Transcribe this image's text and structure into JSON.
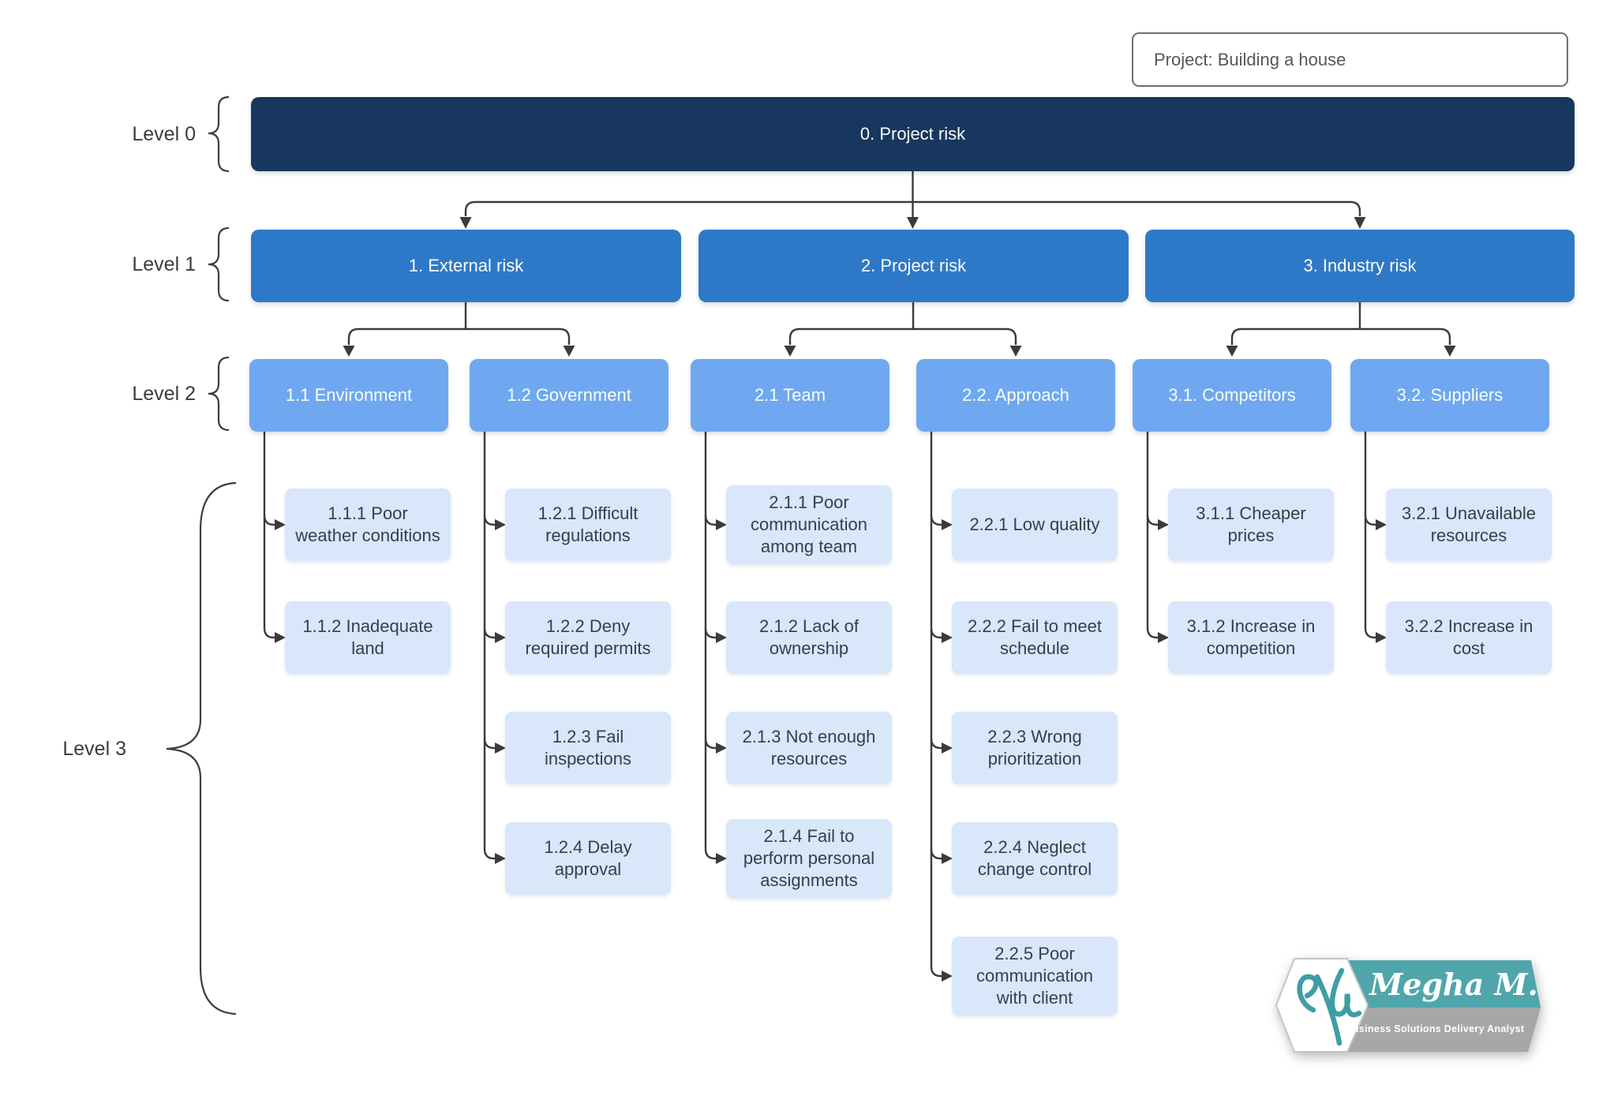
{
  "header": {
    "project_label": "Project: Building a house"
  },
  "level_labels": [
    "Level 0",
    "Level 1",
    "Level 2",
    "Level 3"
  ],
  "tree": {
    "root": "0. Project risk",
    "branches": [
      {
        "label": "1. External risk",
        "groups": [
          {
            "label": "1.1 Environment",
            "items": [
              "1.1.1 Poor weather conditions",
              "1.1.2 Inadequate land"
            ]
          },
          {
            "label": "1.2 Government",
            "items": [
              "1.2.1 Difficult regulations",
              "1.2.2 Deny required permits",
              "1.2.3 Fail inspections",
              "1.2.4 Delay approval"
            ]
          }
        ]
      },
      {
        "label": "2. Project risk",
        "groups": [
          {
            "label": "2.1 Team",
            "items": [
              "2.1.1 Poor communication among team",
              "2.1.2 Lack of ownership",
              "2.1.3 Not enough resources",
              "2.1.4 Fail to perform personal assignments"
            ]
          },
          {
            "label": "2.2. Approach",
            "items": [
              "2.2.1 Low quality",
              "2.2.2 Fail to meet schedule",
              "2.2.3 Wrong prioritization",
              "2.2.4 Neglect change control",
              "2.2.5 Poor communication with client"
            ]
          }
        ]
      },
      {
        "label": "3. Industry risk",
        "groups": [
          {
            "label": "3.1. Competitors",
            "items": [
              "3.1.1 Cheaper prices",
              "3.1.2 Increase in competition"
            ]
          },
          {
            "label": "3.2. Suppliers",
            "items": [
              "3.2.1 Unavailable resources",
              "3.2.2 Increase in cost"
            ]
          }
        ]
      }
    ]
  },
  "watermark": {
    "name": "Megha M.",
    "tagline": "Business Solutions Delivery Analyst"
  },
  "colors": {
    "level0": "#17375F",
    "level1": "#2E79C7",
    "level2": "#6FA8F0",
    "level3": "#D8E7FA",
    "connector": "#3B3B3B",
    "logo_teal": "#4FA6AA",
    "logo_gray": "#A7A7A7"
  }
}
